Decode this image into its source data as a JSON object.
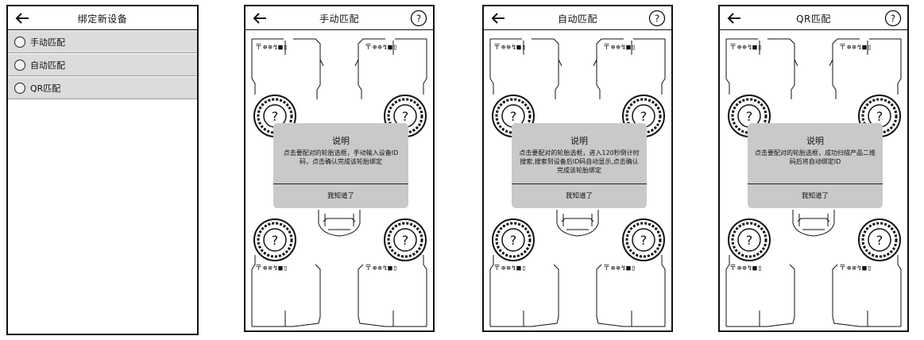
{
  "screens": [
    {
      "title": "绑定新设备",
      "options": [
        {
          "label": "手动匹配"
        },
        {
          "label": "自动匹配"
        },
        {
          "label": "QR匹配"
        }
      ]
    },
    {
      "title": "手动匹配",
      "status_icons": "〒⊕⊕↯■▯",
      "dialog": {
        "title": "说明",
        "body": "点击要配对的轮胎选框，手动输入设备ID码，点击确认完成该轮胎绑定",
        "button": "我知道了"
      }
    },
    {
      "title": "自动匹配",
      "status_icons": "〒⊕⊕↯■▯",
      "dialog": {
        "title": "说明",
        "body": "点击要配对的轮胎选框，进入120秒倒计时搜索,搜索到设备后ID码自动显示,点击确认完成该轮胎绑定",
        "button": "我知道了"
      }
    },
    {
      "title": "QR匹配",
      "status_icons": "〒⊕⊕↯■▯",
      "dialog": {
        "title": "说明",
        "body": "点击要配对的轮胎选框，成功扫描产品二维码后将自动绑定ID",
        "button": "我知道了"
      }
    }
  ],
  "wheels_label": "?"
}
